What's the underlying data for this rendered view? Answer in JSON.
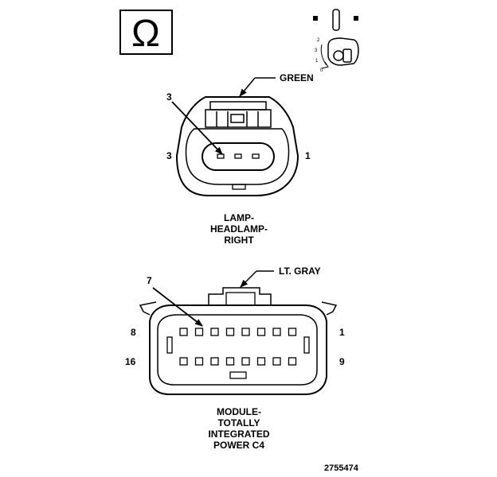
{
  "ohm_symbol": "Ω",
  "key_switch": {
    "positions": [
      "2",
      "3",
      "1",
      "0"
    ]
  },
  "connector_1": {
    "color_callout": "GREEN",
    "pin_callout": "3",
    "left_pin_label": "3",
    "right_pin_label": "1",
    "name_lines": [
      "LAMP-",
      "HEADLAMP-",
      "RIGHT"
    ]
  },
  "connector_2": {
    "color_callout": "LT. GRAY",
    "pin_callout": "7",
    "top_left_label": "8",
    "top_right_label": "1",
    "bottom_left_label": "16",
    "bottom_right_label": "9",
    "name_lines": [
      "MODULE-",
      "TOTALLY",
      "INTEGRATED",
      "POWER C4"
    ]
  },
  "figure_number": "2755474"
}
